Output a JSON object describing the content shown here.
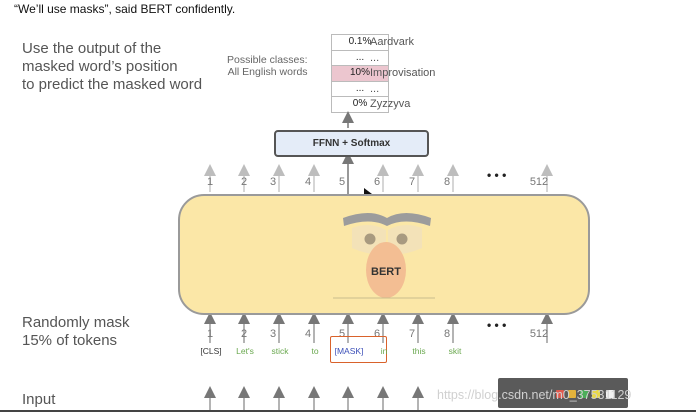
{
  "caption": "“We’ll use masks”, said BERT confidently.",
  "left_labels": {
    "top": [
      "Use the output of the",
      "masked word’s position",
      "to predict the masked word"
    ],
    "middle": [
      "Randomly mask",
      "15% of tokens"
    ],
    "bottom": "Input"
  },
  "classes_label": [
    "Possible classes:",
    "All English words"
  ],
  "table": {
    "probs": [
      "0.1%",
      "...",
      "10%",
      "...",
      "0%"
    ],
    "words": [
      "Aardvark",
      "...",
      "Improvisation",
      "...",
      "Zyzzyva"
    ]
  },
  "ffnn_label": "FFNN + Softmax",
  "bert_label": "BERT",
  "positions_top": [
    "1",
    "2",
    "3",
    "4",
    "5",
    "6",
    "7",
    "8",
    "512"
  ],
  "positions_bottom": [
    "1",
    "2",
    "3",
    "4",
    "5",
    "6",
    "7",
    "8",
    "512"
  ],
  "ellipsis": "• • •",
  "tokens": [
    "[CLS]",
    "Let's",
    "stick",
    "to",
    "[MASK]",
    "in",
    "this",
    "skit"
  ],
  "watermark": "https://blog.csdn.net/m0_37531129",
  "colors": {
    "token_green": "#6aa84f",
    "mask_blue": "#3b4fb8",
    "mask_border": "#d9622b",
    "highlight": "#ecc6cf"
  }
}
